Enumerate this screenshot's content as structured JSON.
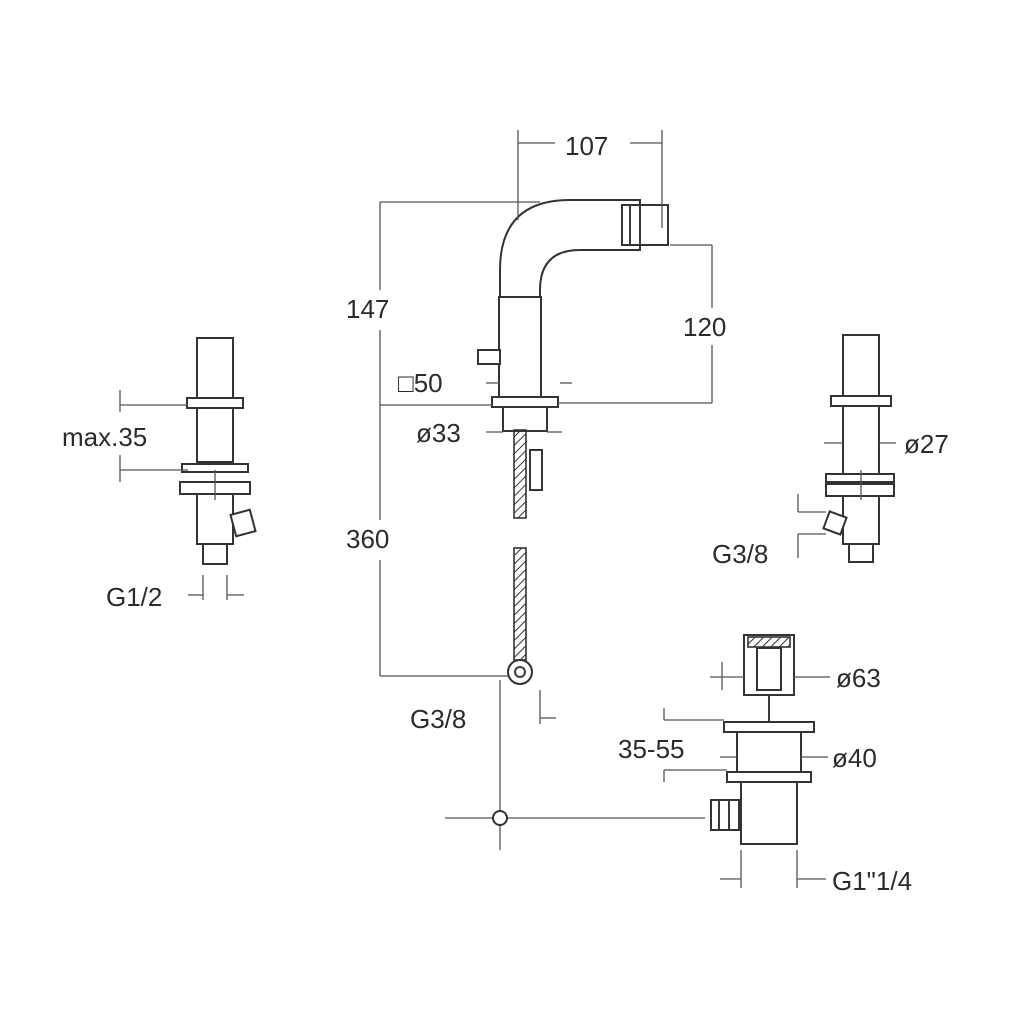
{
  "dimensions": {
    "spout_reach": "107",
    "height_to_spout": "147",
    "spout_drop": "120",
    "base_square": "□50",
    "base_diameter": "ø33",
    "hose_length": "360",
    "hose_connection": "G3/8",
    "left_valve_max_thickness": "max.35",
    "left_valve_connection": "G1/2",
    "right_valve_diameter": "ø27",
    "right_valve_connection": "G3/8",
    "waste_top_diameter": "ø63",
    "waste_range": "35-55",
    "waste_flange_diameter": "ø40",
    "waste_outlet": "G1\"1/4"
  }
}
